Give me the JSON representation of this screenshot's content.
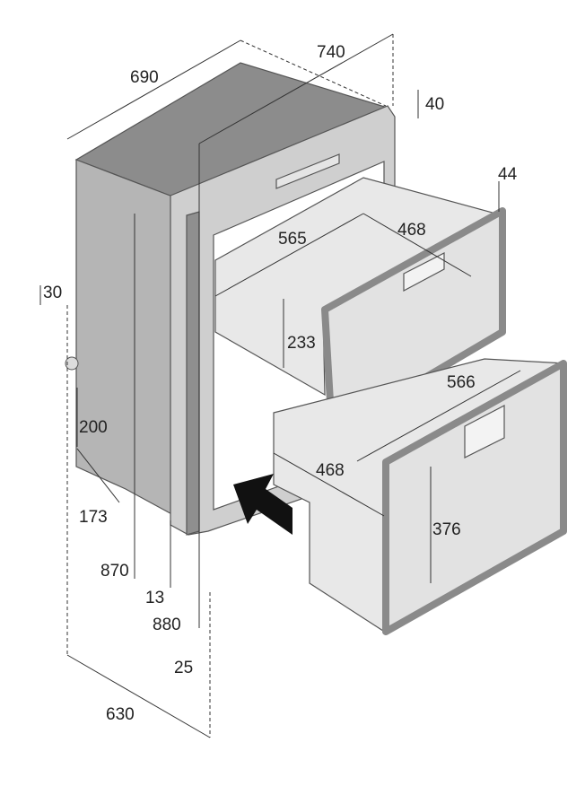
{
  "colors": {
    "top": "#8c8c8c",
    "side": "#b5b5b5",
    "frame": "#cfcfcf",
    "drawer": "#e2e2e2",
    "trim": "#9a9a9a",
    "arrow": "#111111"
  },
  "dimensions": {
    "depth_top": "690",
    "width_top": "740",
    "frame_top": "40",
    "frame_side": "44",
    "upper_drawer_depth": "565",
    "upper_drawer_width": "468",
    "upper_drawer_height": "233",
    "side_offset": "30",
    "recess_height": "200",
    "recess_depth": "173",
    "body_height": "870",
    "frame_offset": "13",
    "total_height": "880",
    "bottom_offset": "25",
    "depth_bottom": "630",
    "lower_drawer_depth": "566",
    "lower_drawer_width": "468",
    "lower_drawer_height": "376"
  }
}
